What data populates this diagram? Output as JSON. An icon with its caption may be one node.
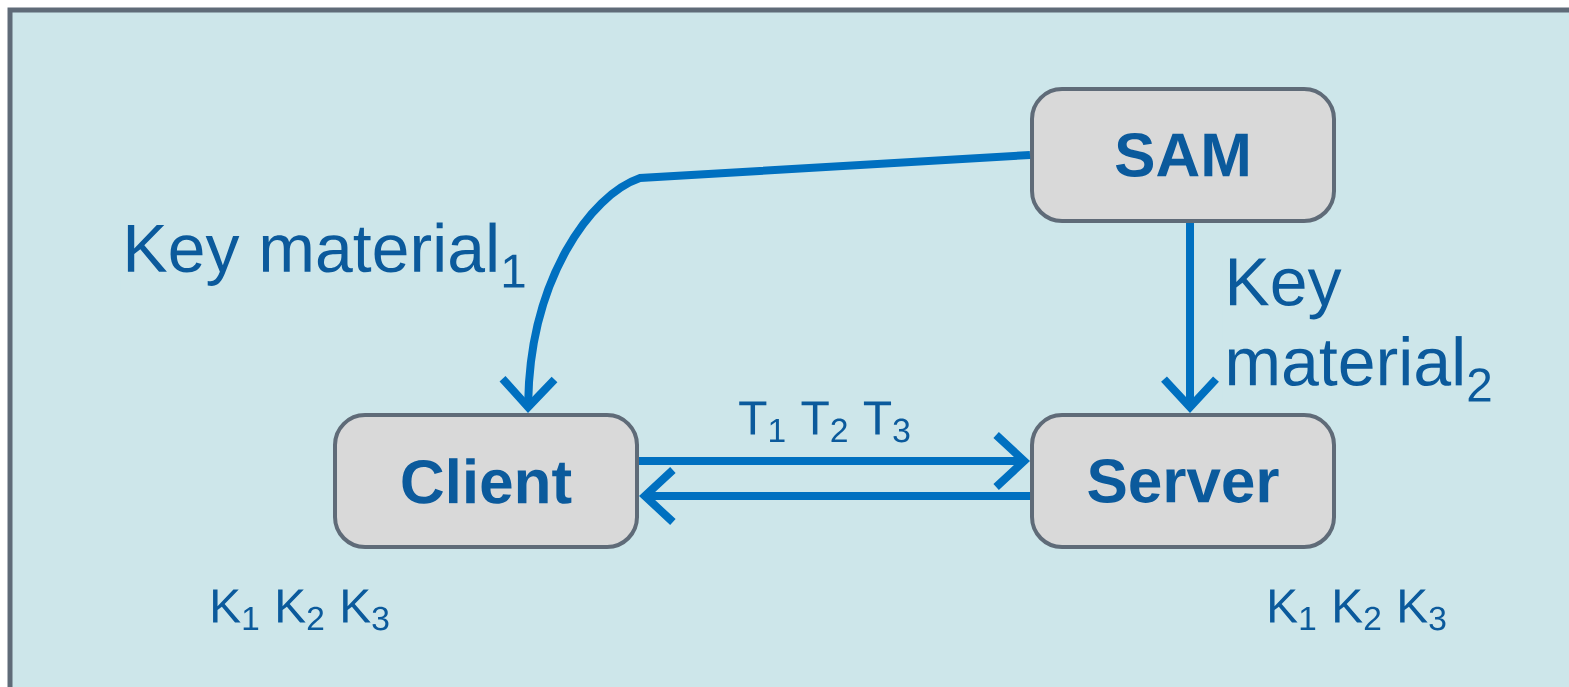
{
  "diagram": {
    "nodes": [
      {
        "text": [
          "Client"
        ],
        "beside": [
          "K$_{1}$ K$_{2}$ K$_{3}$"
        ]
      },
      {
        "text": [
          "Server"
        ],
        "beside": [
          "K$_{1}$ K$_{2}$ K$_{3}$"
        ]
      },
      {
        "text": [
          "SAM"
        ]
      }
    ],
    "edges": [
      {
        "from": 2,
        "to": 0,
        "arrow": "to",
        "label": "Key material$_{1}$"
      },
      {
        "from": 2,
        "to": 1,
        "arrow": "to",
        "label": "Key material$_{2}$"
      },
      {
        "from": 0,
        "to": 1,
        "arrow": "to",
        "label": "T$_{1}$ T$_{2}$ T$_{3}$"
      },
      {
        "from": 1,
        "to": 0,
        "arrow": "to"
      }
    ]
  }
}
